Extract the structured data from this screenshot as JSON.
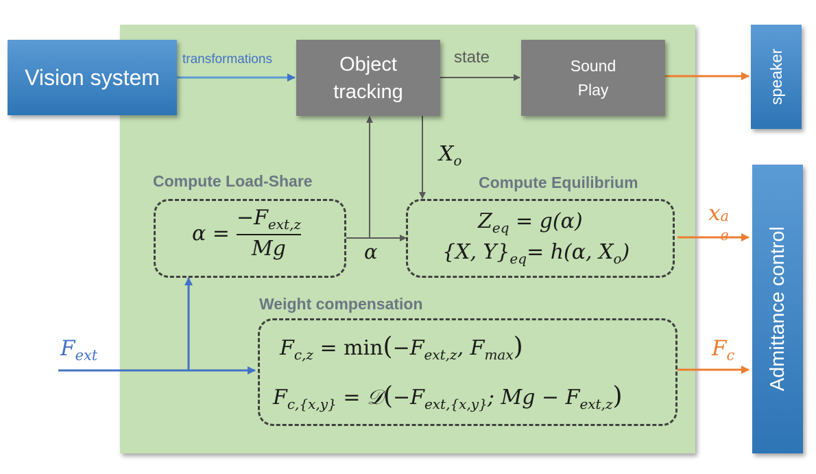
{
  "blocks": {
    "vision": "Vision system",
    "tracking_line1": "Object",
    "tracking_line2": "tracking",
    "sound_line1": "Sound",
    "sound_line2": "Play",
    "speaker": "speaker",
    "admittance": "Admittance control"
  },
  "labels": {
    "transformations": "transformations",
    "state": "state",
    "alpha": "α",
    "Xo_main": "X",
    "Xo_sub": "o",
    "F_main": "F",
    "F_sub": "ext",
    "Fc_main": "F",
    "Fc_sub": "c",
    "xe_main": "x",
    "xe_sub": "e",
    "xe_sup": "a"
  },
  "sections": {
    "loadshare": "Compute Load-Share",
    "equilibrium": "Compute Equilibrium",
    "weight": "Weight compensation"
  },
  "equations": {
    "alpha_lhs": "α =",
    "alpha_num": "−F",
    "alpha_num_sub": "ext,z",
    "alpha_den": "Mg",
    "zeq_main": "Z",
    "zeq_sub": "eq",
    "zeq_rest": " = g(α)",
    "xy_main": "{X, Y}",
    "xy_sub": "eq",
    "xy_rest": "= h(α, X",
    "xy_rest_sub": "o",
    "xy_close": ")",
    "fcz_main": "F",
    "fcz_sub": "c,z",
    "fcz_eq": " = ",
    "fcz_min": "min",
    "fcz_args1": "−F",
    "fcz_args1_sub": "ext,z",
    "fcz_args2": ", F",
    "fcz_args2_sub": "max",
    "fcxy_main": "F",
    "fcxy_sub": "c,{x,y}",
    "fcxy_eq": " = 𝒟",
    "fcxy_args1": "−F",
    "fcxy_args1_sub": "ext,{x,y}",
    "fcxy_args2": "; Mg − F",
    "fcxy_args2_sub": "ext,z"
  },
  "colors": {
    "panel": "#c5e0b4",
    "blue": "#4472c4",
    "orange": "#ed7d31",
    "grey": "#7f7f7f"
  }
}
